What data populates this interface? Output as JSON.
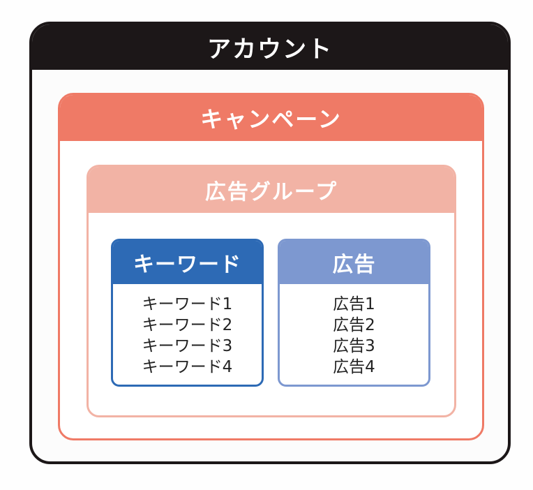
{
  "account": {
    "label": "アカウント",
    "color": "#1c1718"
  },
  "campaign": {
    "label": "キャンペーン",
    "color": "#ef7a66"
  },
  "ad_group": {
    "label": "広告グループ",
    "color": "#f2b3a5"
  },
  "keywords": {
    "label": "キーワード",
    "color": "#2d6ab5",
    "items": [
      "キーワード1",
      "キーワード2",
      "キーワード3",
      "キーワード4"
    ]
  },
  "ads": {
    "label": "広告",
    "color": "#7d98d0",
    "items": [
      "広告1",
      "広告2",
      "広告3",
      "広告4"
    ]
  }
}
